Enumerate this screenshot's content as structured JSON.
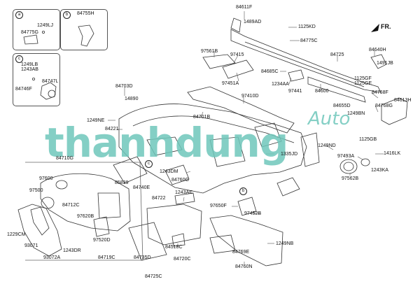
{
  "direction_label": "FR.",
  "watermark": {
    "text": "thanhdung",
    "suffix": "Auto"
  },
  "callouts": {
    "a": "a",
    "b": "b",
    "c": "c"
  },
  "parts": {
    "p1249LJ": "1249LJ",
    "p84775G": "84775G",
    "p84755H": "84755H",
    "p1249LB": "1249LB",
    "p1243AB": "1243AB",
    "p84747L": "84747L",
    "p84746F": "84746F",
    "p84703D": "84703D",
    "p14890": "14890",
    "p1249NE": "1249NE",
    "p84221": "84221",
    "p84611F": "84611F",
    "p1489AD": "1489AD",
    "p1125KD": "1125KD",
    "p84775C": "84775C",
    "p97561B": "97561B",
    "p97415": "97415",
    "p97451A": "97451A",
    "p84685C": "84685C",
    "p1234AA": "1234AA",
    "p97441": "97441",
    "p84600": "84600",
    "p84725": "84725",
    "p84640H": "84640H",
    "p1491JB": "1491JB",
    "p1125GF": "1125GF",
    "p1125GE": "1125GE",
    "p84768F": "84768F",
    "p84613H": "84613H",
    "p84768G": "84768G",
    "p84655D": "84655D",
    "p1249BN": "1249BN",
    "p97410D": "97410D",
    "p84701B": "84701B",
    "p1125GB": "1125GB",
    "p1249ND": "1249ND",
    "p1335JD": "1335JD",
    "p97493A": "97493A",
    "p1416LK": "1416LK",
    "p1243KA": "1243KA",
    "p97562B": "97562B",
    "p84710G": "84710G",
    "p97600": "97600",
    "p97500": "97500",
    "p85839": "85839",
    "p84740E": "84740E",
    "p1243DM": "1243DM",
    "p84760G": "84760G",
    "p1243AE": "1243AE",
    "p84722": "84722",
    "p84712C": "84712C",
    "p97650F": "97650F",
    "p97452B": "97452B",
    "p97620B": "97620B",
    "p97520D": "97520D",
    "p1229CM": "1229CM",
    "p93071": "93071",
    "p93072A": "93072A",
    "p1243DR": "1243DR",
    "p84719C": "84719C",
    "p84518C": "84518C",
    "p84720C": "84720C",
    "p84735D": "84735D",
    "p84725C": "84725C",
    "p84769E": "84769E",
    "p1249NB": "1249NB",
    "p84760N": "84760N"
  }
}
